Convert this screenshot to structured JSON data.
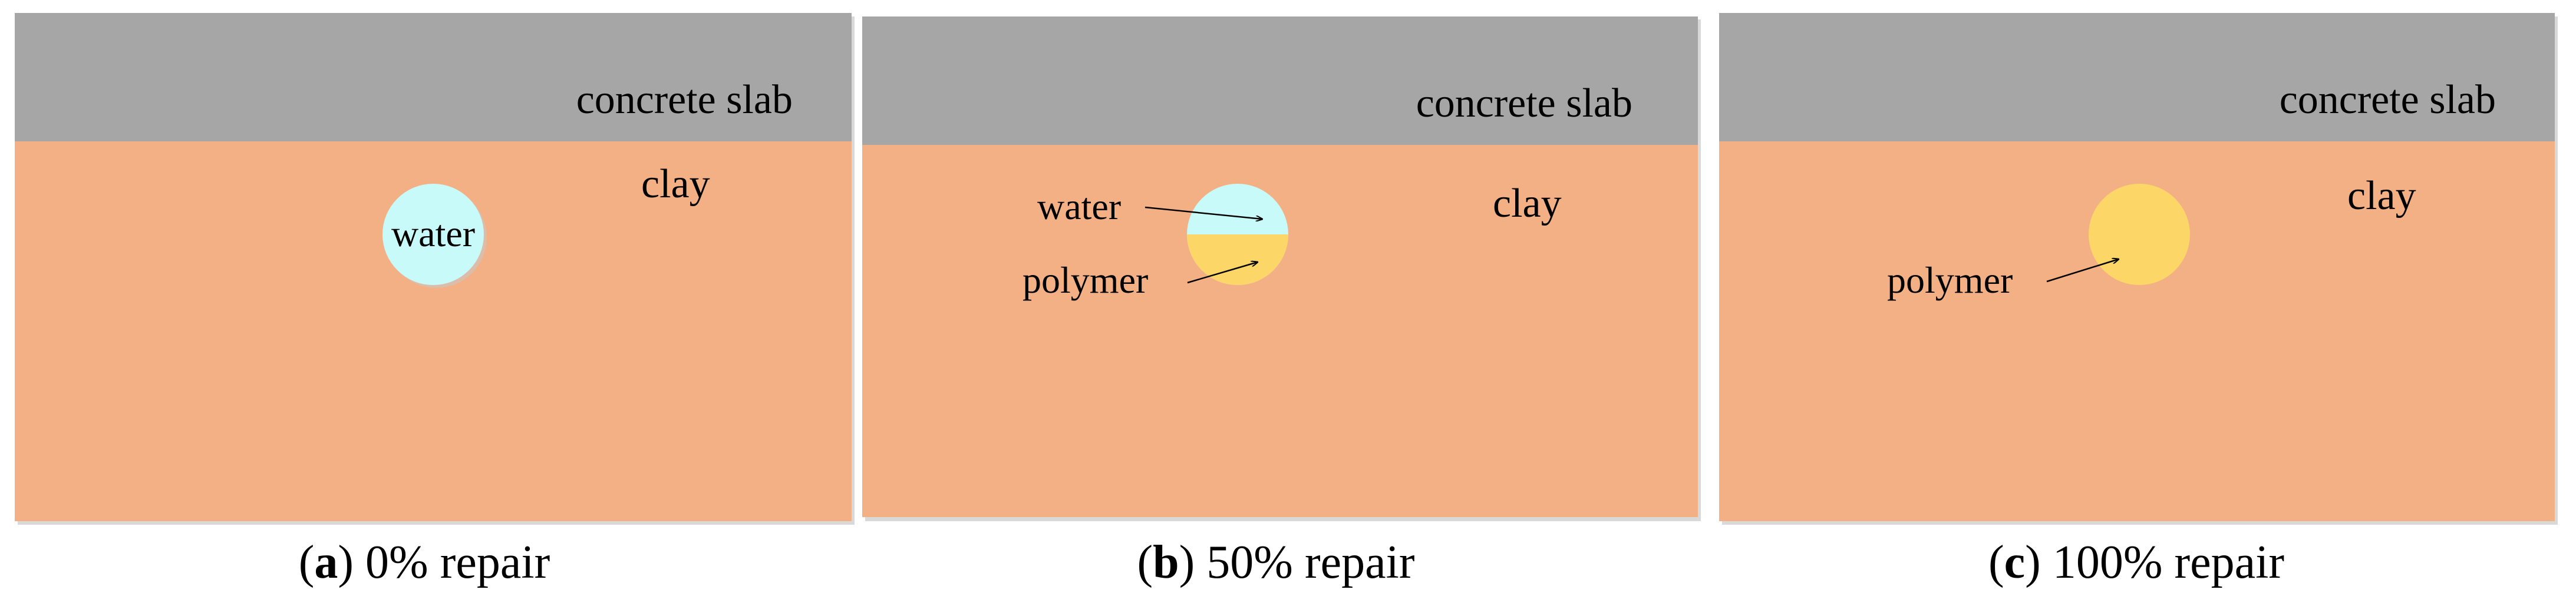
{
  "colors": {
    "slab": "#a6a6a6",
    "clay": "#f3b084",
    "water": "#c9fafa",
    "polymer": "#fcd767",
    "shadow": "#d9d9d9",
    "text": "#000000"
  },
  "panels": [
    {
      "id": "a",
      "slab_label": "concrete slab",
      "clay_label": "clay",
      "water_label": "water",
      "polymer_label": "",
      "repair_fraction": 0,
      "caption": {
        "letter": "a",
        "open": "(",
        "close": ")",
        "text": " 0% repair"
      }
    },
    {
      "id": "b",
      "slab_label": "concrete slab",
      "clay_label": "clay",
      "water_label": "water",
      "polymer_label": "polymer",
      "repair_fraction": 0.5,
      "caption": {
        "letter": "b",
        "open": "(",
        "close": ")",
        "text": " 50% repair"
      }
    },
    {
      "id": "c",
      "slab_label": "concrete slab",
      "clay_label": "clay",
      "water_label": "",
      "polymer_label": "polymer",
      "repair_fraction": 1,
      "caption": {
        "letter": "c",
        "open": "(",
        "close": ")",
        "text": " 100% repair"
      }
    }
  ]
}
